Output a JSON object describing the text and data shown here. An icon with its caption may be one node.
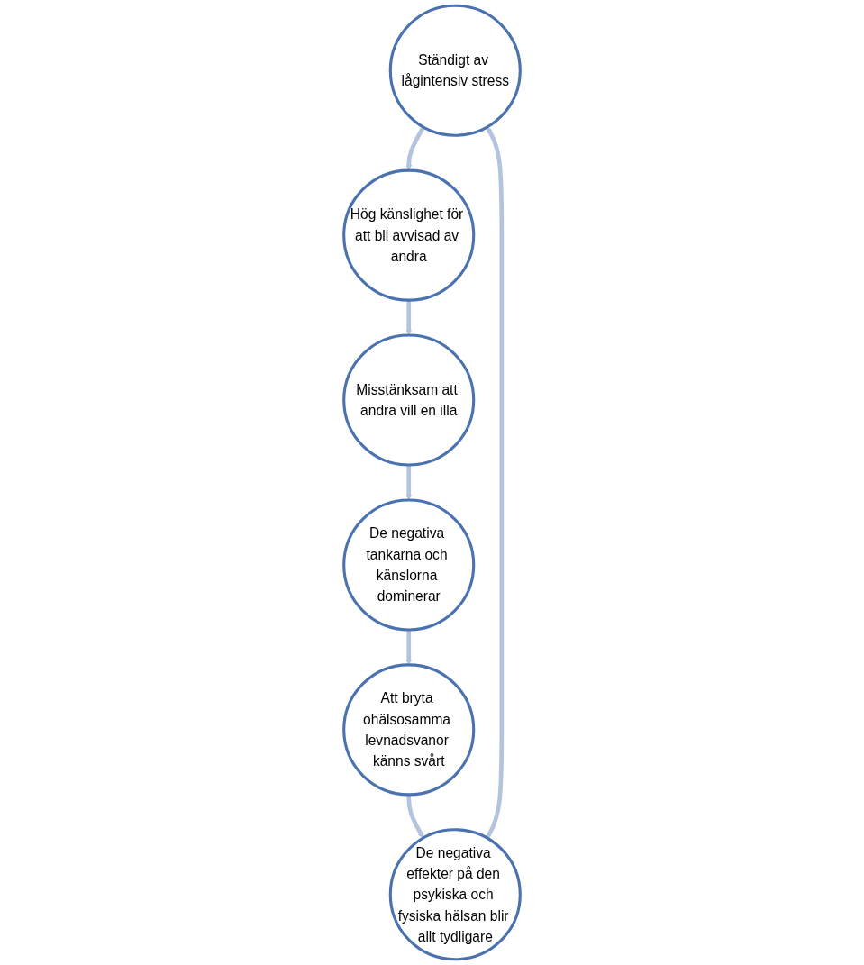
{
  "diagram": {
    "nodes": [
      {
        "text": [
          "Ständigt av lågintensiv stress"
        ]
      },
      {
        "text": [
          "Hög känslighet för att bli avvisad av andra"
        ]
      },
      {
        "text": [
          "Misstänksam att andra vill en illa"
        ]
      },
      {
        "text": [
          "De negativa tankarna och känslorna dominerar"
        ]
      },
      {
        "text": [
          "Att bryta ohälsosamma levnadsvanor känns svårt"
        ]
      },
      {
        "text": [
          "De negativa effekter på den psykiska och fysiska hälsan blir allt tydligare"
        ]
      }
    ],
    "edges": [
      {
        "from": 0,
        "to": 1,
        "arrow": "to"
      },
      {
        "from": 1,
        "to": 2,
        "arrow": "to"
      },
      {
        "from": 2,
        "to": 3,
        "arrow": "to"
      },
      {
        "from": 3,
        "to": 4,
        "arrow": "to"
      },
      {
        "from": 4,
        "to": 5,
        "arrow": "to"
      },
      {
        "from": 5,
        "to": 0,
        "arrow": "to"
      }
    ]
  }
}
